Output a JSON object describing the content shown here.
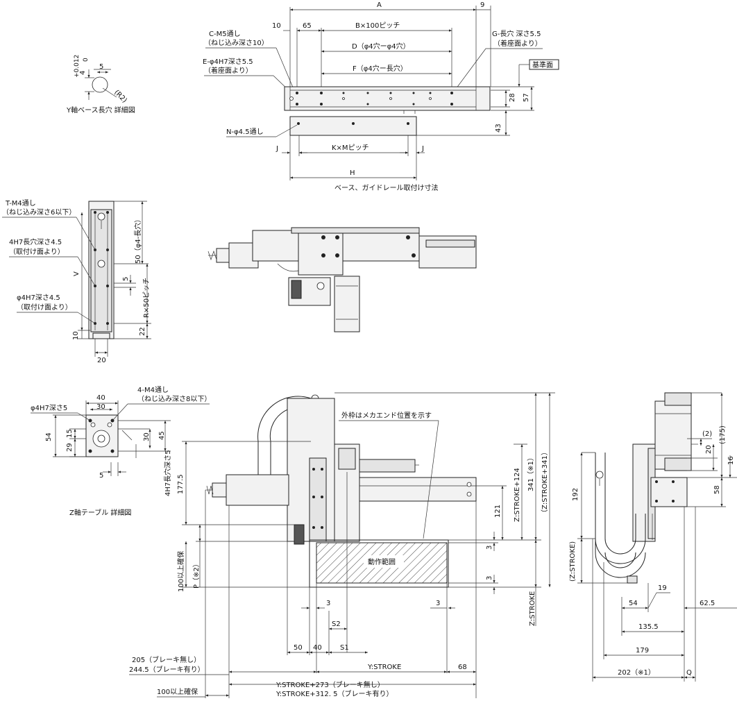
{
  "labels": {
    "top_view": {
      "dim_a": "A",
      "dim_9": "9",
      "dim_10": "10",
      "dim_65": "65",
      "dim_b": "B×100ピッチ",
      "dim_d": "D（φ4穴ーφ4穴）",
      "dim_f": "F（φ4穴ー長穴）",
      "note_c1": "C-M5通し",
      "note_c2": "（ねじ込み深さ10）",
      "note_e1": "E-φ4H7深さ5.5",
      "note_e2": "（着座面より）",
      "note_g1": "G-長穴 深さ5.5",
      "note_g2": "（着座面より）",
      "note_ref": "基準面",
      "dim_28": "28",
      "dim_57": "57",
      "dim_43": "43",
      "note_n": "N-φ4.5通し",
      "dim_j_left": "J",
      "dim_j_right": "J",
      "dim_km": "K×Mピッチ",
      "dim_h": "H",
      "caption": "ベース、ガイドレール取付け寸法"
    },
    "y_detail": {
      "tol_upper": "+0.012",
      "tol_lower": "0",
      "dim_4": "4",
      "dim_5": "5",
      "dim_r2": "(R2)",
      "caption": "Y軸ベース長穴 詳細図"
    },
    "side_plate": {
      "note_t1": "T-M4通し",
      "note_t2": "（ねじ込み深さ6以下）",
      "note_4h1": "4H7長穴深さ4.5",
      "note_4h2": "（取付け面より）",
      "note_p1": "φ4H7深さ4.5",
      "note_p2": "（取付け面より）",
      "dim_v": "V",
      "dim_10": "10",
      "dim_20": "20",
      "dim_50": "50（φ4-長穴）",
      "dim_5": "5",
      "dim_r": "R×50ピッチ",
      "dim_22": "22"
    },
    "z_table": {
      "dim_40": "40",
      "dim_30_top": "30",
      "note_h7": "φ4H7深さ5",
      "note_m4_1": "4-M4通し",
      "note_m4_2": "（ねじ込み深さ8以下）",
      "dim_54": "54",
      "dim_15": "15",
      "dim_29": "29",
      "dim_30_side": "30",
      "dim_45": "45",
      "dim_5": "5",
      "note_slot": "4H7長穴深さ5",
      "caption": "Z軸テーブル 詳細図"
    },
    "front_view": {
      "note_outer": "外枠はメカエンド位置を示す",
      "dim_177_5": "177.5",
      "dim_121": "121",
      "dim_z124": "Z:STROKE+124",
      "dim_341": "341（※1）",
      "dim_z341": "（Z:STROKE+341）",
      "dim_100a": "100以上確保",
      "dim_p": "P（※2）",
      "dim_3a": "3",
      "dim_3b": "3",
      "dim_3c": "3",
      "dim_3d": "3",
      "range": "動作範囲",
      "dim_zstroke": "Z:STROKE",
      "dim_s2": "S2",
      "dim_50": "50",
      "dim_40": "40",
      "dim_s1": "S1",
      "dim_205a": "205（ブレーキ無し）",
      "dim_205b": "244.5（ブレーキ有り）",
      "dim_ystroke": "Y:STROKE",
      "dim_68": "68",
      "dim_100b": "100以上確保",
      "dim_y273": "Y:STROKE+273（ブレーキ無し）",
      "dim_y312": "Y:STROKE+312. 5（ブレーキ有り）"
    },
    "right_view": {
      "dim_2": "(2)",
      "dim_175": "(175)",
      "dim_20": "20",
      "dim_16": "16",
      "dim_58": "58",
      "dim_192": "192",
      "dim_zstroke": "(Z:STROKE)",
      "dim_19": "19",
      "dim_54": "54",
      "dim_62_5": "62.5",
      "dim_135_5": "135.5",
      "dim_179": "179",
      "dim_202": "202（※1）",
      "dim_q": "Q"
    }
  },
  "colors": {
    "line": "#222222",
    "fill_light": "#f2f2f2",
    "fill_mid": "#e4e4e4",
    "fill_dark": "#555555",
    "background": "#ffffff"
  }
}
